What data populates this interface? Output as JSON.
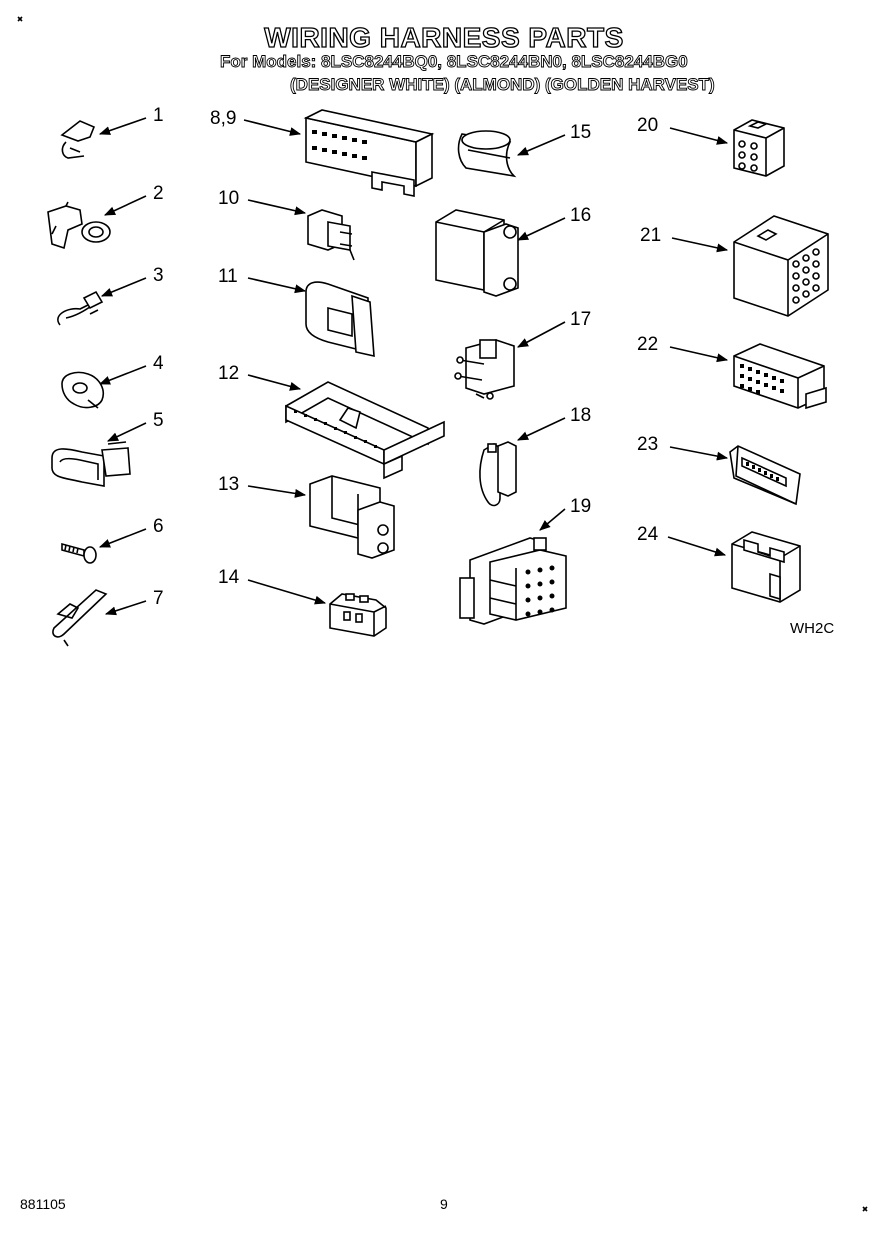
{
  "header": {
    "title": "WIRING HARNESS PARTS",
    "models": "For Models: 8LSC8244BQ0, 8LSC8244BN0, 8LSC8244BG0",
    "colors": "(DESIGNER WHITE) (ALMOND) (GOLDEN HARVEST)"
  },
  "parts": [
    {
      "label": "1",
      "icon": "clip-icon"
    },
    {
      "label": "2",
      "icon": "cable-clamp-icon"
    },
    {
      "label": "3",
      "icon": "wire-clip-icon"
    },
    {
      "label": "4",
      "icon": "ring-clip-icon"
    },
    {
      "label": "5",
      "icon": "strap-clamp-icon"
    },
    {
      "label": "6",
      "icon": "screw-icon"
    },
    {
      "label": "7",
      "icon": "retainer-icon"
    },
    {
      "label": "8,9",
      "icon": "multi-pin-connector-icon"
    },
    {
      "label": "10",
      "icon": "small-connector-icon"
    },
    {
      "label": "11",
      "icon": "housing-icon"
    },
    {
      "label": "12",
      "icon": "terminal-strip-icon"
    },
    {
      "label": "13",
      "icon": "two-way-housing-icon"
    },
    {
      "label": "14",
      "icon": "four-way-plug-icon"
    },
    {
      "label": "15",
      "icon": "sleeve-icon"
    },
    {
      "label": "16",
      "icon": "two-way-plug-icon"
    },
    {
      "label": "17",
      "icon": "pin-connector-icon"
    },
    {
      "label": "18",
      "icon": "bracket-connector-icon"
    },
    {
      "label": "19",
      "icon": "twelve-way-connector-icon"
    },
    {
      "label": "20",
      "icon": "six-way-plug-icon"
    },
    {
      "label": "21",
      "icon": "twelve-way-plug-icon"
    },
    {
      "label": "22",
      "icon": "block-connector-icon"
    },
    {
      "label": "23",
      "icon": "edge-connector-icon"
    },
    {
      "label": "24",
      "icon": "u-block-icon"
    }
  ],
  "diagram_code": "WH2C",
  "footer": {
    "doc_number": "881105",
    "page_number": "9"
  }
}
